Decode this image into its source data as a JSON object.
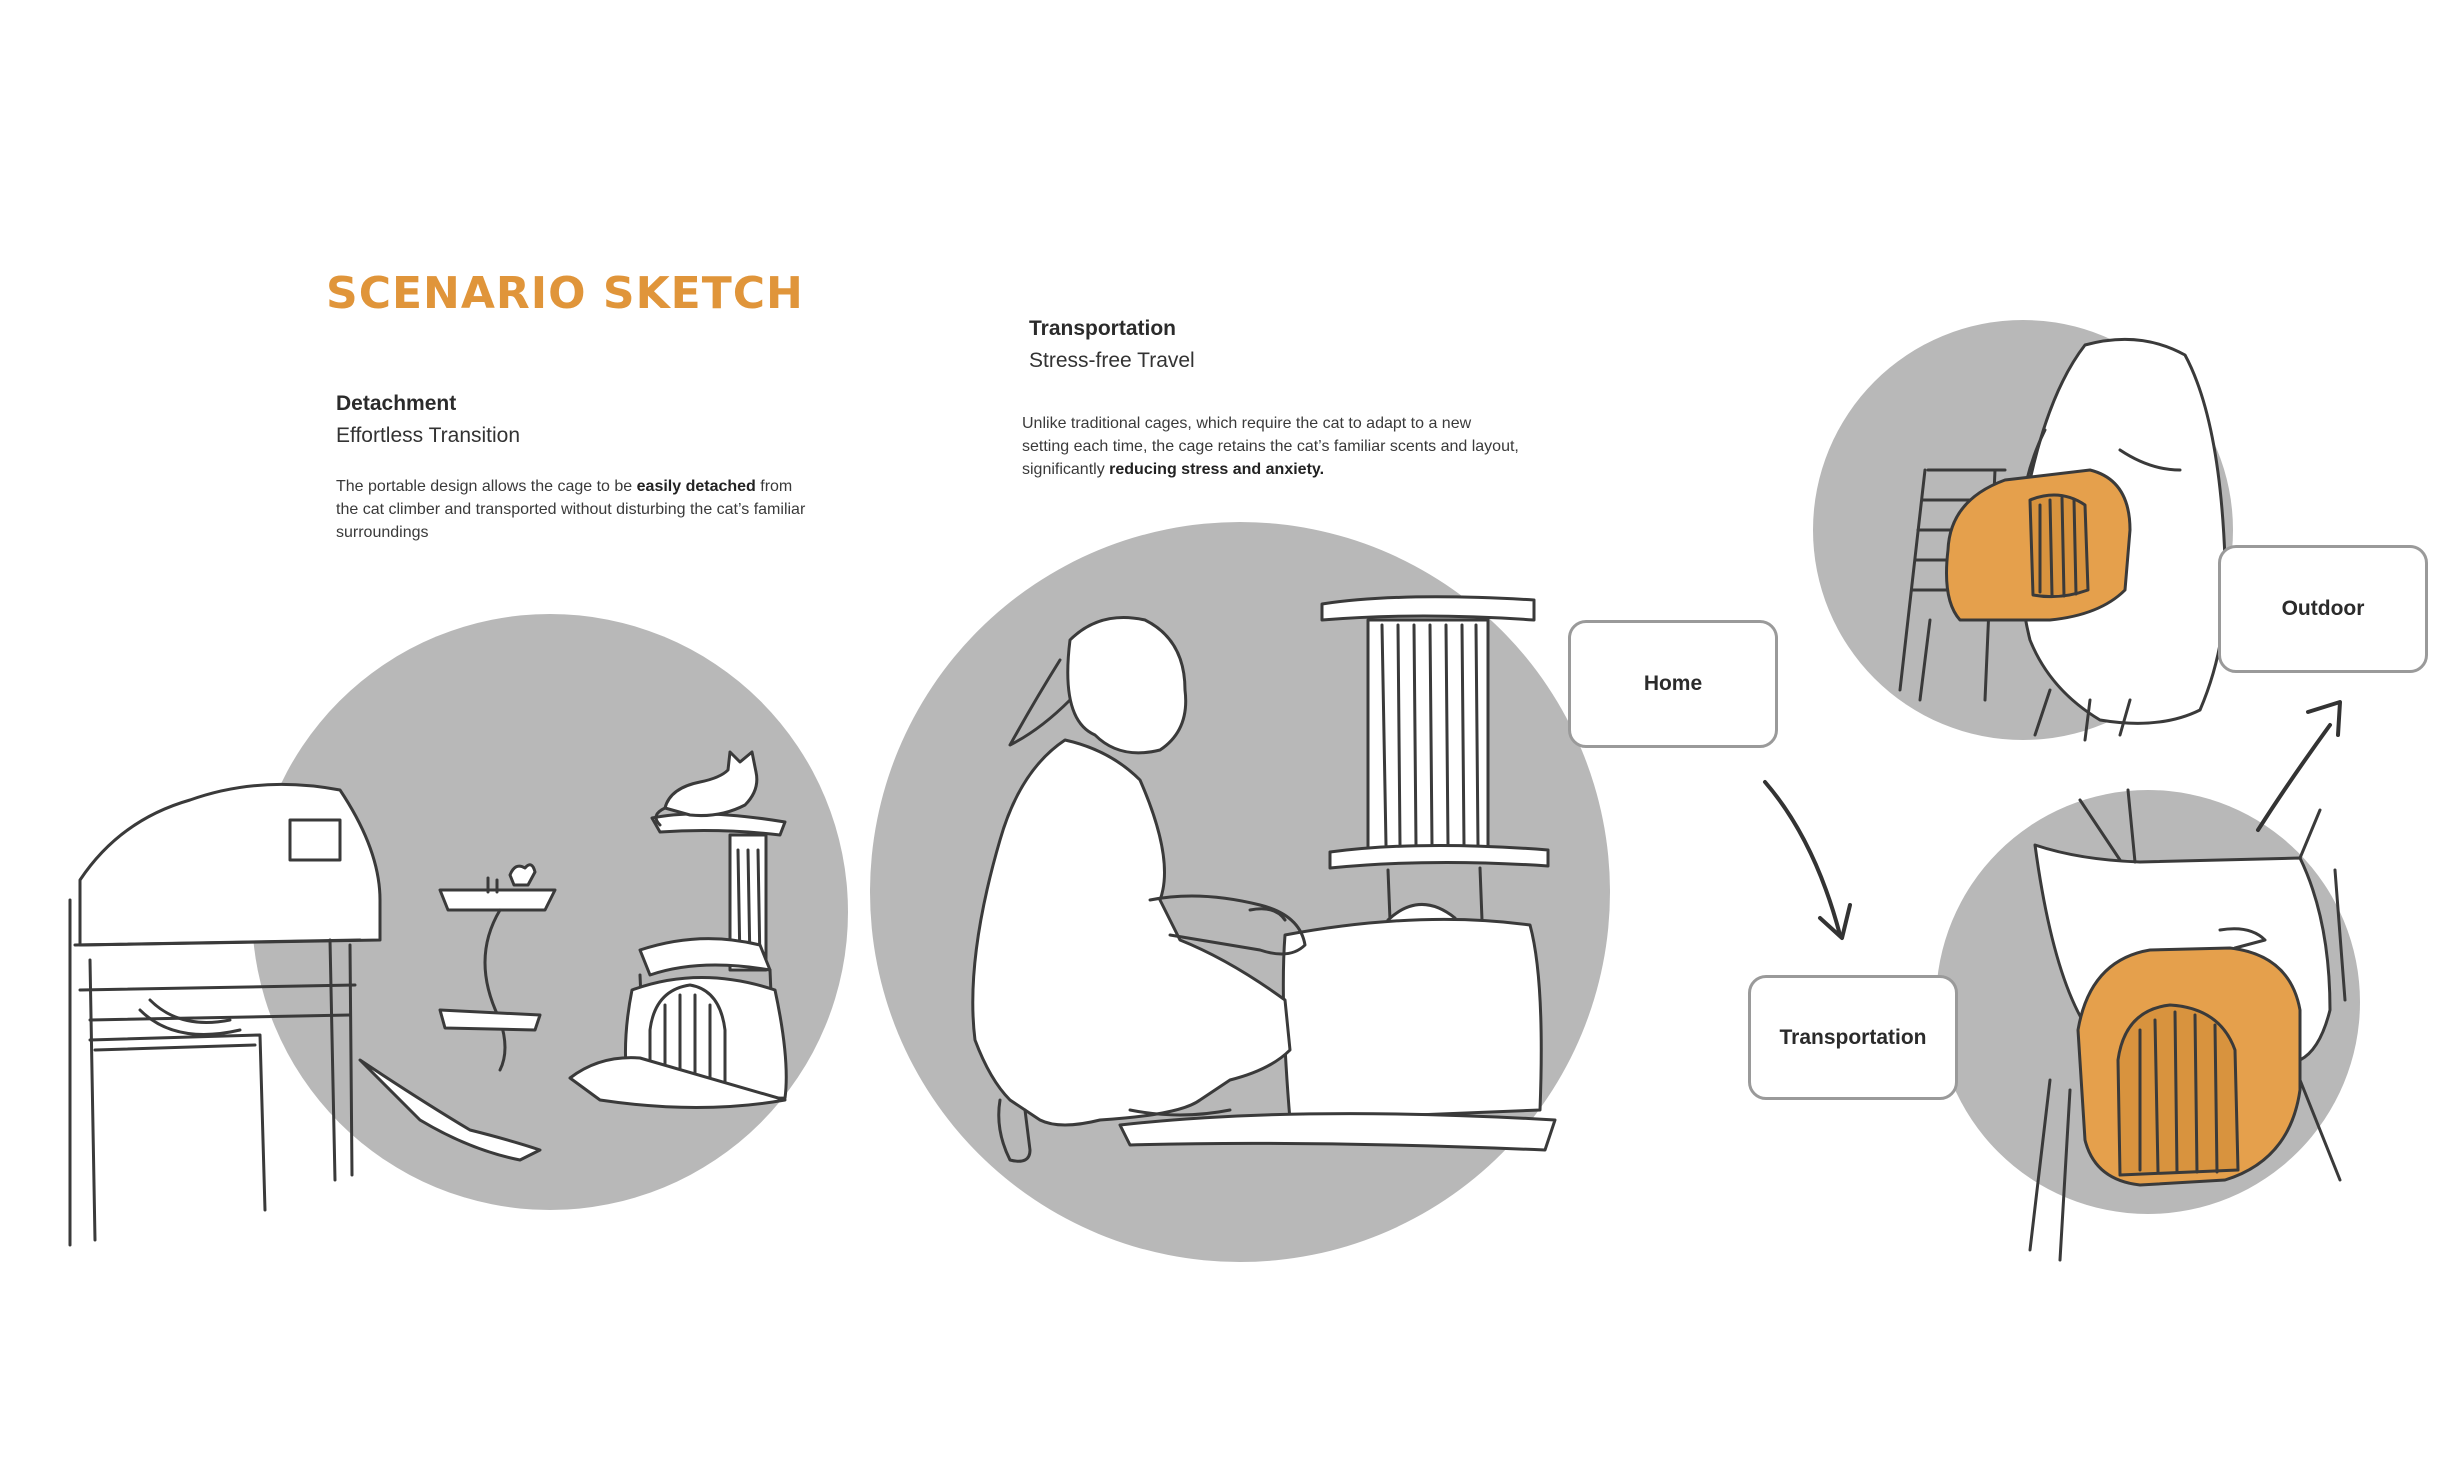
{
  "title": "SCENARIO SKETCH",
  "colors": {
    "accent": "#e0953a",
    "circle": "#b8b8b8",
    "sketch_line": "#3a3a3a",
    "box_border": "#9a9a9a"
  },
  "detachment": {
    "heading": "Detachment",
    "subheading": "Effortless Transition",
    "body_before": "The portable design allows the cage to be ",
    "body_bold": "easily detached",
    "body_after": " from the cat climber and transported without disturbing the cat’s familiar surroundings"
  },
  "transportation": {
    "heading": "Transportation",
    "subheading": "Stress-free Travel",
    "body_before": "Unlike traditional cages, which require the cat to adapt to a new setting each time,  the cage retains the cat’s familiar scents and layout, significantly ",
    "body_bold": "reducing stress and anxiety."
  },
  "cycle": {
    "home_label": "Home",
    "transportation_label": "Transportation",
    "outdoor_label": "Outdoor"
  }
}
